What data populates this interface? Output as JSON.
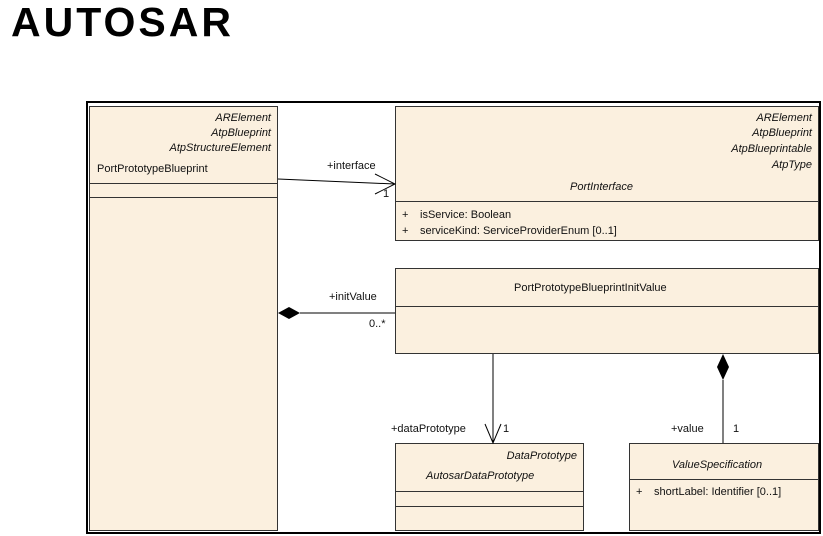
{
  "logo": {
    "text": "AUTOSAR"
  },
  "classes": {
    "port_prototype_blueprint": {
      "stereotypes": [
        "ARElement",
        "AtpBlueprint",
        "AtpStructureElement"
      ],
      "name": "PortPrototypeBlueprint"
    },
    "port_interface": {
      "stereotypes": [
        "ARElement",
        "AtpBlueprint",
        "AtpBlueprintable",
        "AtpType"
      ],
      "name": "PortInterface",
      "attributes": [
        {
          "vis": "+",
          "text": "isService:  Boolean"
        },
        {
          "vis": "+",
          "text": "serviceKind:  ServiceProviderEnum [0..1]"
        }
      ]
    },
    "init_value": {
      "name": "PortPrototypeBlueprintInitValue"
    },
    "data_prototype": {
      "stereotypes": [
        "DataPrototype"
      ],
      "name": "AutosarDataPrototype"
    },
    "value_specification": {
      "name": "ValueSpecification",
      "attributes": [
        {
          "vis": "+",
          "text": "shortLabel:  Identifier [0..1]"
        }
      ]
    }
  },
  "associations": {
    "interface": {
      "role": "+interface",
      "multiplicity": "1"
    },
    "init_value": {
      "role": "+initValue",
      "multiplicity": "0..*"
    },
    "data_prototype": {
      "role": "+dataPrototype",
      "multiplicity": "1"
    },
    "value": {
      "role": "+value",
      "multiplicity": "1"
    }
  }
}
